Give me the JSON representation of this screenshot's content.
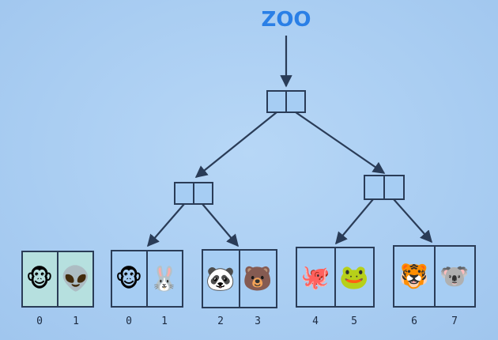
{
  "title": "ZOO",
  "colors": {
    "background": "#a9cdf2",
    "node": "#a6cdf3",
    "shared_node": "#b6e0df",
    "stroke": "#2a3c57",
    "title": "#2a7fe6"
  },
  "leaves": [
    {
      "cells": [
        {
          "emoji": "🐵",
          "index": "0"
        },
        {
          "emoji": "👽",
          "index": "1"
        }
      ]
    },
    {
      "cells": [
        {
          "emoji": "🐵",
          "index": "0"
        },
        {
          "emoji": "🐰",
          "index": "1"
        }
      ]
    },
    {
      "cells": [
        {
          "emoji": "🐼",
          "index": "2"
        },
        {
          "emoji": "🐻",
          "index": "3"
        }
      ]
    },
    {
      "cells": [
        {
          "emoji": "🐙",
          "index": "4"
        },
        {
          "emoji": "🐸",
          "index": "5"
        }
      ]
    },
    {
      "cells": [
        {
          "emoji": "🐯",
          "index": "6"
        },
        {
          "emoji": "🐨",
          "index": "7"
        }
      ]
    }
  ]
}
